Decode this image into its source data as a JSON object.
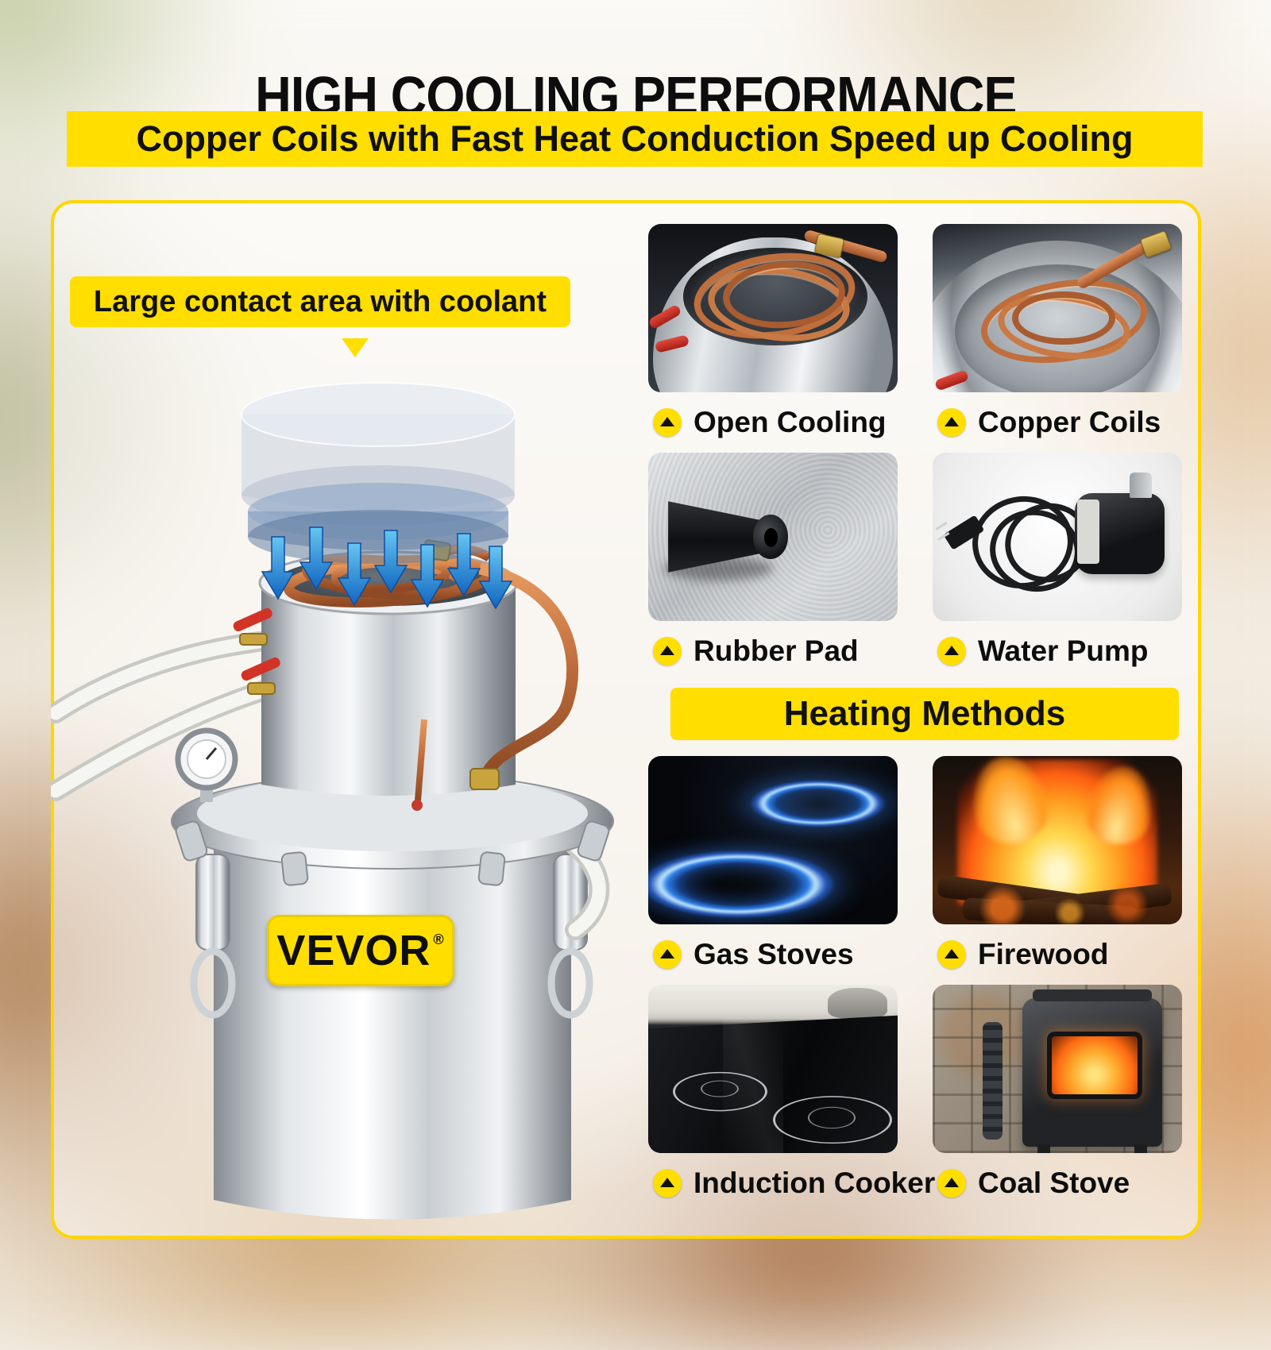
{
  "header": {
    "title": "HIGH COOLING PERFORMANCE",
    "subtitle": "Copper Coils with Fast Heat Conduction Speed up Cooling"
  },
  "product": {
    "callout": "Large contact area with coolant",
    "brand": "VEVOR",
    "brand_mark": "®"
  },
  "features": [
    {
      "label": "Open Cooling",
      "photo": "open-cooling"
    },
    {
      "label": "Copper Coils",
      "photo": "copper-coils"
    },
    {
      "label": "Rubber Pad",
      "photo": "rubber-pad"
    },
    {
      "label": "Water Pump",
      "photo": "water-pump"
    }
  ],
  "heating": {
    "banner": "Heating Methods",
    "methods": [
      {
        "label": "Gas Stoves",
        "photo": "gas-stoves"
      },
      {
        "label": "Firewood",
        "photo": "firewood"
      },
      {
        "label": "Induction Cooker",
        "photo": "induction-cooker"
      },
      {
        "label": "Coal Stove",
        "photo": "coal-stove"
      }
    ]
  },
  "icons": {
    "bullet": "triangle-up",
    "callout_arrow": "triangle-down"
  },
  "colors": {
    "accent_yellow": "#FFDE00",
    "title_black": "#0D0D0D",
    "copper": "#BF6E3C",
    "flame_blue": "#2E7DE6",
    "flame_orange": "#FF7A1A"
  }
}
